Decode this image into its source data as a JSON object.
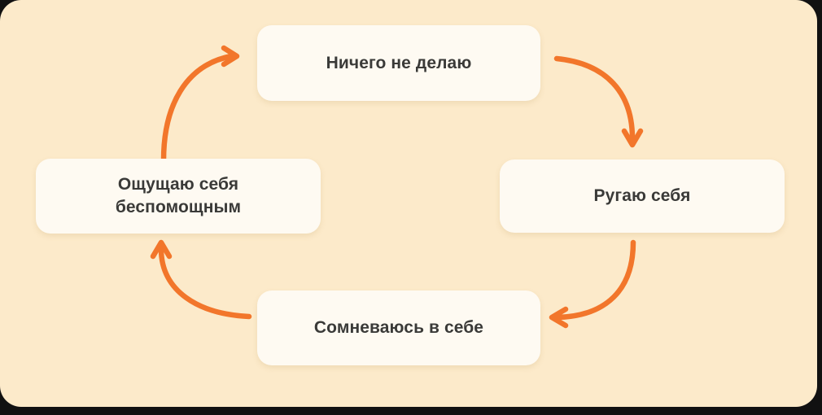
{
  "diagram": {
    "type": "cycle",
    "direction": "clockwise",
    "background_color": "#FCEACA",
    "node_color": "#FEFAF2",
    "arrow_color": "#F2762B",
    "text_color": "#3A3A38",
    "nodes": [
      {
        "id": "top",
        "label": "Ничего не делаю"
      },
      {
        "id": "right",
        "label": "Ругаю себя"
      },
      {
        "id": "bottom",
        "label": "Сомневаюсь в себе"
      },
      {
        "id": "left",
        "label": "Ощущаю себя\nбеспомощным"
      }
    ],
    "arrows": [
      {
        "id": "top-to-right",
        "from": "top",
        "to": "right",
        "name": "arrow-top-right"
      },
      {
        "id": "right-to-bottom",
        "from": "right",
        "to": "bottom",
        "name": "arrow-bottom-right"
      },
      {
        "id": "bottom-to-left",
        "from": "bottom",
        "to": "left",
        "name": "arrow-bottom-left"
      },
      {
        "id": "left-to-top",
        "from": "left",
        "to": "top",
        "name": "arrow-top-left"
      }
    ]
  }
}
